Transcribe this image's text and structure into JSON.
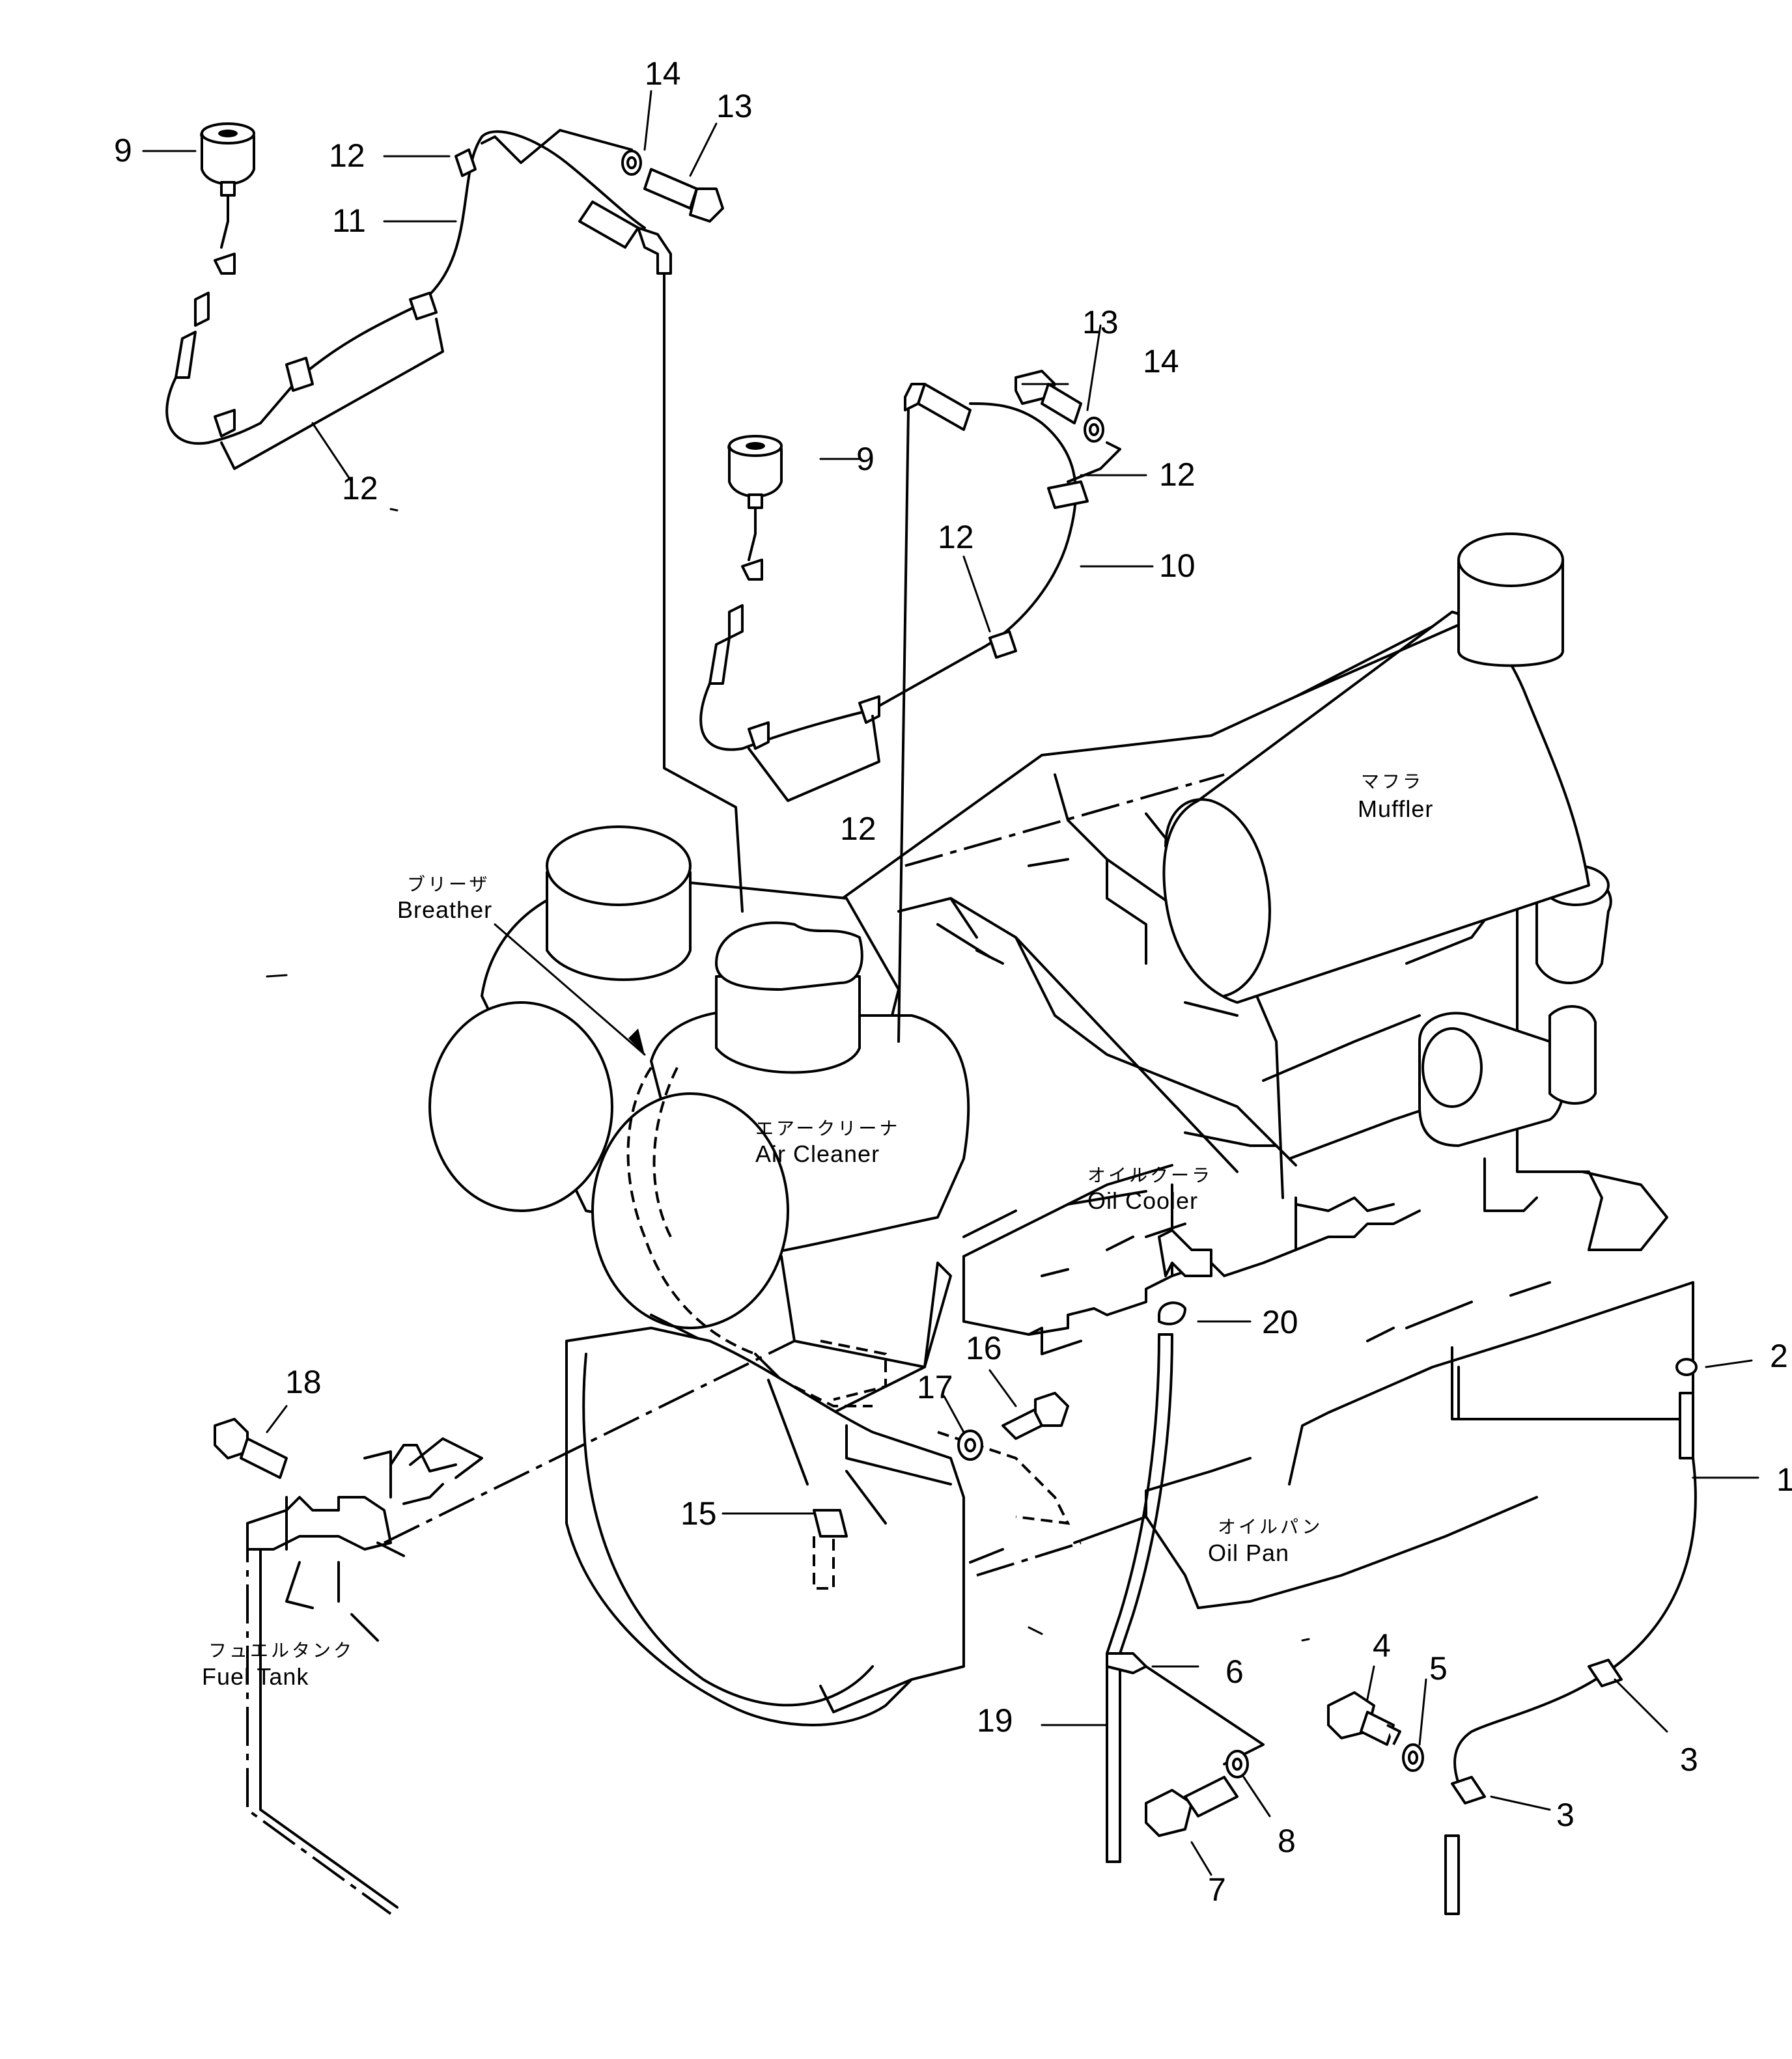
{
  "callouts": [
    "1",
    "2",
    "3",
    "3",
    "4",
    "5",
    "6",
    "7",
    "8",
    "9",
    "9",
    "10",
    "11",
    "12",
    "12",
    "12",
    "12",
    "12",
    "13",
    "13",
    "14",
    "14",
    "15",
    "16",
    "17",
    "18",
    "19",
    "20"
  ],
  "labels": {
    "breather_jp": "ブリーザ",
    "breather_en": "Breather",
    "air_cleaner_jp": "エアークリーナ",
    "air_cleaner_en": "Air Cleaner",
    "muffler_jp": "マフラ",
    "muffler_en": "Muffler",
    "oil_cooler_jp": "オイルクーラ",
    "oil_cooler_en": "Oil Cooler",
    "oil_pan_jp": "オイルパン",
    "oil_pan_en": "Oil Pan",
    "fuel_tank_jp": "フュエルタンク",
    "fuel_tank_en": "Fuel Tank"
  }
}
